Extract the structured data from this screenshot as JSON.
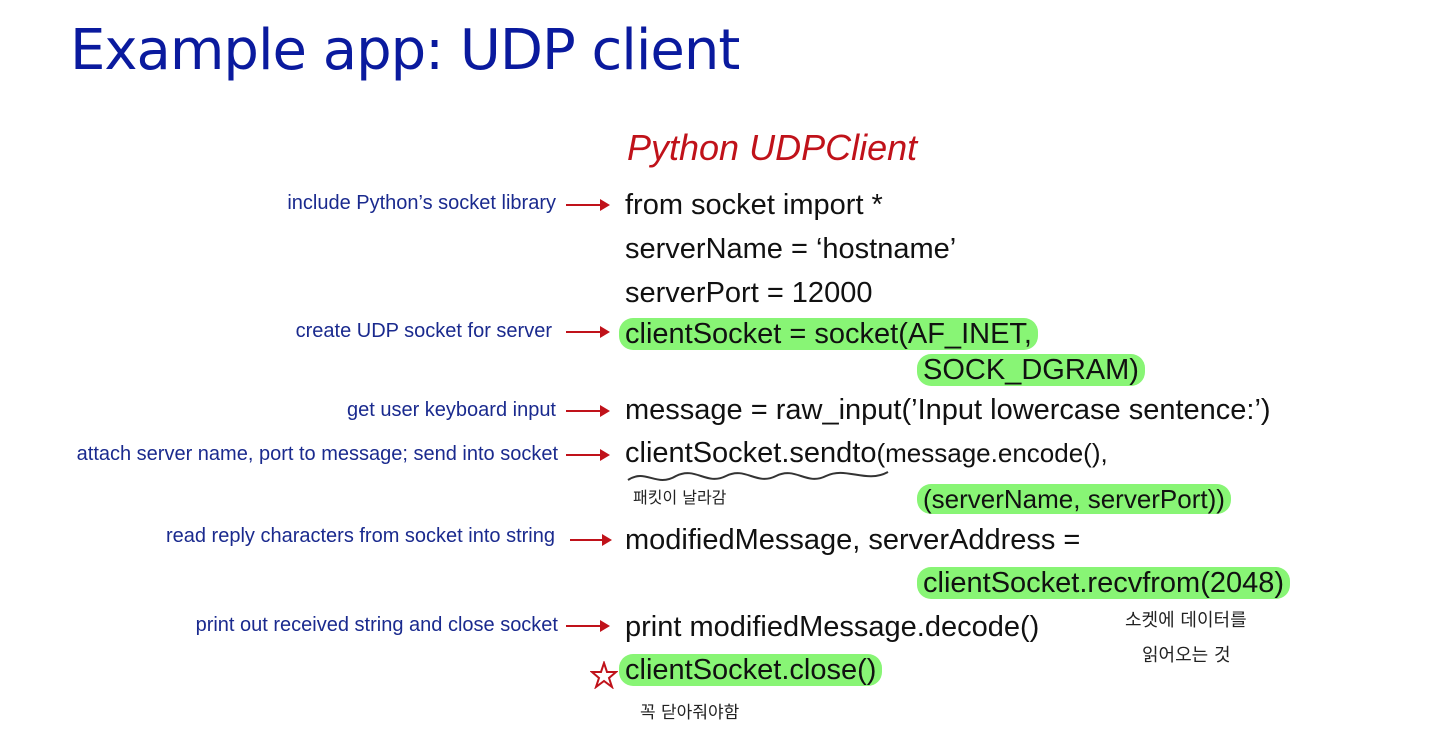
{
  "slide": {
    "title": "Example app: UDP client"
  },
  "code_heading": "Python UDPClient",
  "annotations": {
    "a1": "include Python’s socket library",
    "a2": "create UDP socket for server",
    "a3": "get user keyboard input",
    "a4": "attach server name, port to message; send into socket",
    "a5": "read reply characters from socket into string",
    "a6": "print out received string and close socket"
  },
  "code": {
    "l1": "from socket import *",
    "l2": "serverName = ‘hostname’",
    "l3": "serverPort = 12000",
    "l4": "clientSocket = socket(AF_INET,",
    "l5": "SOCK_DGRAM)",
    "l6": "message = raw_input(’Input lowercase sentence:’)",
    "l7a": "clientSocket.sendto",
    "l7b": "(message.encode(),",
    "l8": "(serverName, serverPort))",
    "l9": "modifiedMessage, serverAddress =",
    "l10": "clientSocket.recvfrom(2048)",
    "l11": "print modifiedMessage.decode()",
    "l12": "clientSocket.close()"
  },
  "handwritten_notes": {
    "n1": "패킷이 날라감",
    "n2": "소켓에 데이터를",
    "n3": "읽어오는 것",
    "n4": "꼭 닫아줘야함"
  },
  "colors": {
    "title": "#0a1a9e",
    "code_heading": "#c0121a",
    "annotation": "#1a2a8e",
    "arrow": "#c0121a",
    "highlight": "#88f575"
  }
}
